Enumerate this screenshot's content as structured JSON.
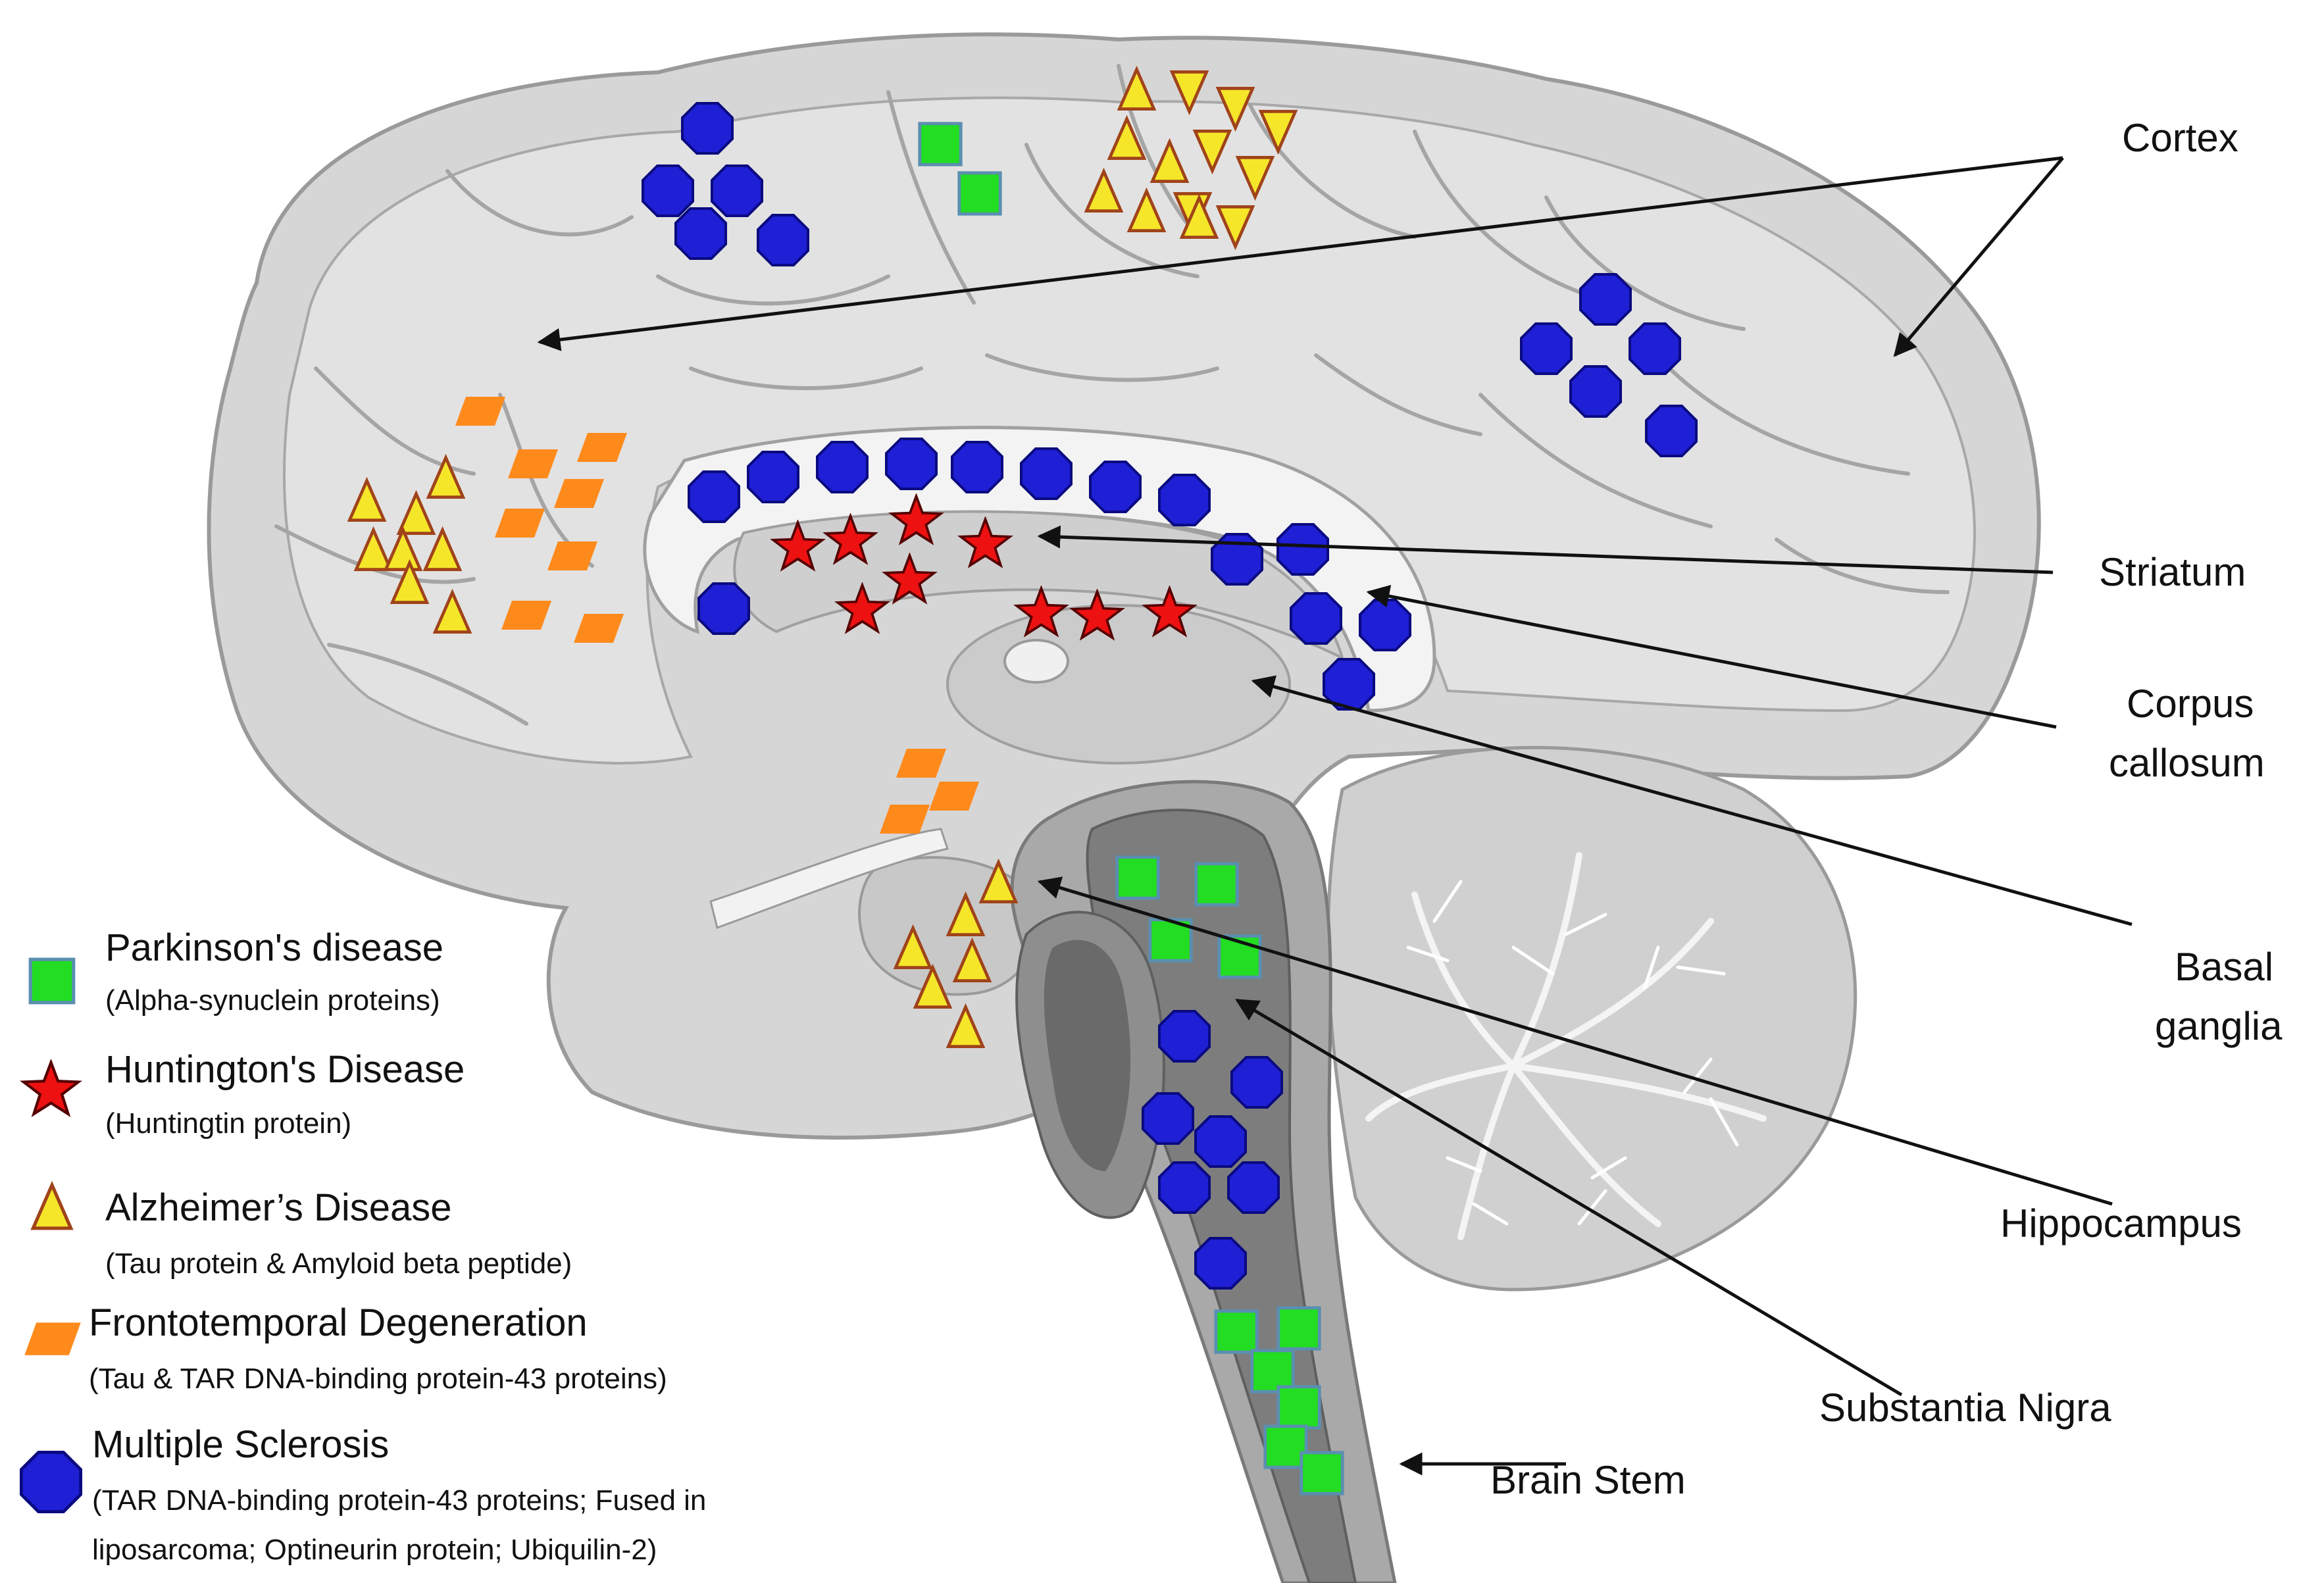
{
  "regions": {
    "cortex": "Cortex",
    "striatum": "Striatum",
    "corpus_callosum_1": "Corpus",
    "corpus_callosum_2": "callosum",
    "basal_ganglia_1": "Basal",
    "basal_ganglia_2": "ganglia",
    "hippocampus": "Hippocampus",
    "substantia_nigra": "Substantia Nigra",
    "brain_stem": "Brain Stem"
  },
  "legend": [
    {
      "title": "Parkinson's disease",
      "subtitle": "(Alpha-synuclein proteins)",
      "icon": "green-square-icon",
      "color": "#22dd22"
    },
    {
      "title": "Huntington's Disease",
      "subtitle": "(Huntingtin protein)",
      "icon": "red-star-icon",
      "color": "#ee1111"
    },
    {
      "title": "Alzheimer’s Disease",
      "subtitle": "(Tau protein & Amyloid beta peptide)",
      "icon": "yellow-triangle-icon",
      "color": "#f5e62a"
    },
    {
      "title": "Frontotemporal Degeneration",
      "subtitle": "(Tau  & TAR DNA-binding protein-43 proteins)",
      "icon": "orange-parallelogram-icon",
      "color": "#ff8a1c"
    },
    {
      "title": "Multiple Sclerosis",
      "subtitle": "(TAR DNA-binding protein-43 proteins; Fused in",
      "subtitle2": "liposarcoma; Optineurin protein; Ubiquilin-2)",
      "icon": "blue-octagon-icon",
      "color": "#1f1fd6"
    }
  ],
  "colors": {
    "brain_fill": "#d6d6d6",
    "brain_stroke": "#9a9a9a",
    "stem_dark": "#7d7d7d",
    "ventricle": "#f4f4f4",
    "arrow": "#111111"
  }
}
